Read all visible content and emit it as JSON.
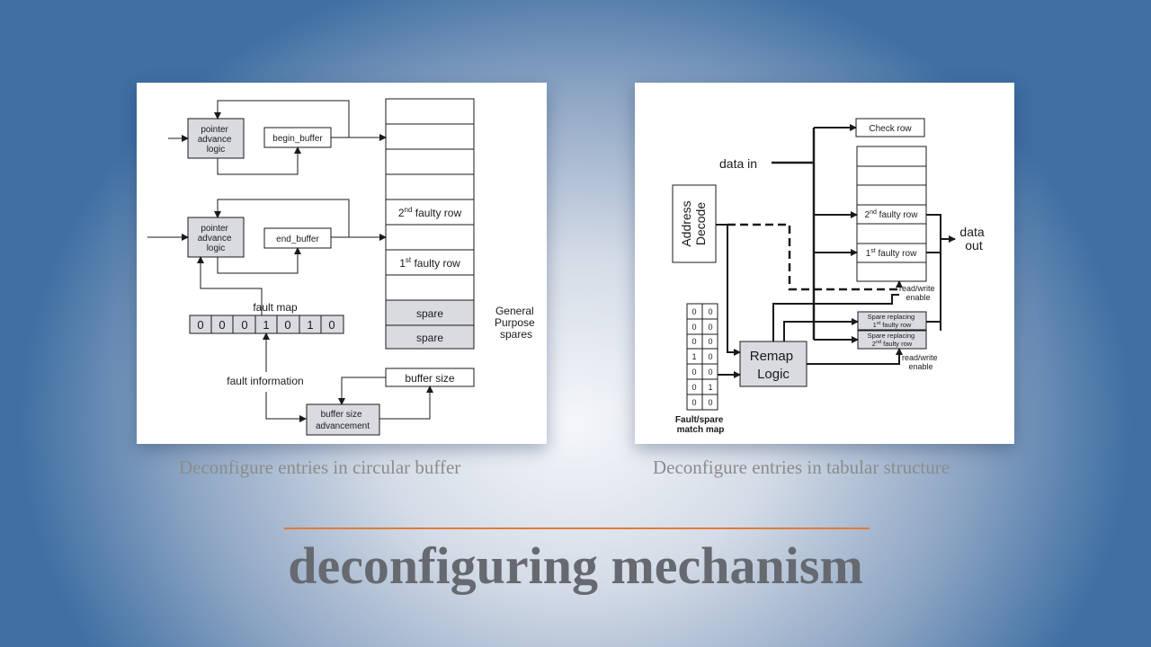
{
  "left_diagram": {
    "pointer_logic_1": [
      "pointer",
      "advance",
      "logic"
    ],
    "begin_buffer": "begin_buffer",
    "pointer_logic_2": [
      "pointer",
      "advance",
      "logic"
    ],
    "end_buffer": "end_buffer",
    "fault_map_label": "fault map",
    "fault_map_bits": [
      "0",
      "0",
      "0",
      "1",
      "0",
      "1",
      "0"
    ],
    "fault_information": "fault information",
    "buffer_size_advancement": [
      "buffer size",
      "advancement"
    ],
    "buffer_size": "buffer size",
    "second_faulty_row": {
      "pre": "2",
      "sup": "nd",
      "post": " faulty row"
    },
    "first_faulty_row": {
      "pre": "1",
      "sup": "st",
      "post": " faulty row"
    },
    "spare_1": "spare",
    "spare_2": "spare",
    "general_purpose_spares": [
      "General",
      "Purpose",
      "spares"
    ]
  },
  "right_diagram": {
    "check_row": "Check row",
    "data_in": "data in",
    "address_decode": [
      "Address",
      "Decode"
    ],
    "second_faulty_row": {
      "pre": "2",
      "sup": "nd",
      "post": " faulty row"
    },
    "first_faulty_row": {
      "pre": "1",
      "sup": "st",
      "post": " faulty row"
    },
    "data_out": [
      "data",
      "out"
    ],
    "read_write_enable_1": [
      "read/write",
      "enable"
    ],
    "spare_replacing_1": {
      "line1": "Spare replacing",
      "pre": "1",
      "sup": "st",
      "post": " faulty row"
    },
    "spare_replacing_2": {
      "line1": "Spare replacing",
      "pre": "2",
      "sup": "nd",
      "post": " faulty row"
    },
    "remap_logic": [
      "Remap",
      "Logic"
    ],
    "read_write_enable_2": [
      "read/write",
      "enable"
    ],
    "match_map": [
      [
        "0",
        "0"
      ],
      [
        "0",
        "0"
      ],
      [
        "0",
        "0"
      ],
      [
        "1",
        "0"
      ],
      [
        "0",
        "0"
      ],
      [
        "0",
        "1"
      ],
      [
        "0",
        "0"
      ]
    ],
    "match_map_label": [
      "Fault/spare",
      "match map"
    ]
  },
  "captions": {
    "left": "Deconfigure entries in circular buffer",
    "right": "Deconfigure entries in tabular structure"
  },
  "title": "deconfiguring mechanism",
  "colors": {
    "accent_rule": "#e07b39",
    "box_fill": "#d9dbe0",
    "title_text": "#666a70"
  }
}
